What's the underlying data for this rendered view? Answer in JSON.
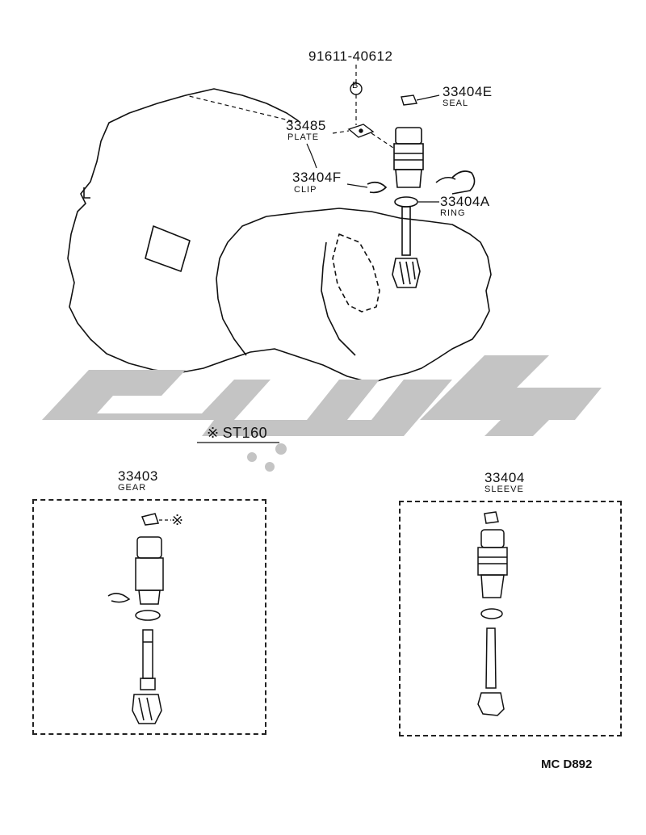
{
  "parts": {
    "bolt": {
      "number": "91611-40612",
      "marker": "B"
    },
    "seal": {
      "number": "33404E",
      "name": "SEAL"
    },
    "plate": {
      "number": "33485",
      "name": "PLATE"
    },
    "clip": {
      "number": "33404F",
      "name": "CLIP"
    },
    "ring": {
      "number": "33404A",
      "name": "RING"
    }
  },
  "note": {
    "symbol": "※",
    "model": "ST160"
  },
  "gear_box": {
    "number": "33403",
    "name": "GEAR",
    "symbol": "※"
  },
  "sleeve_box": {
    "number": "33404",
    "name": "SLEEVE"
  },
  "diagram_code": "MC D892",
  "colors": {
    "line": "#111111",
    "watermark": "#c4c4c4"
  }
}
